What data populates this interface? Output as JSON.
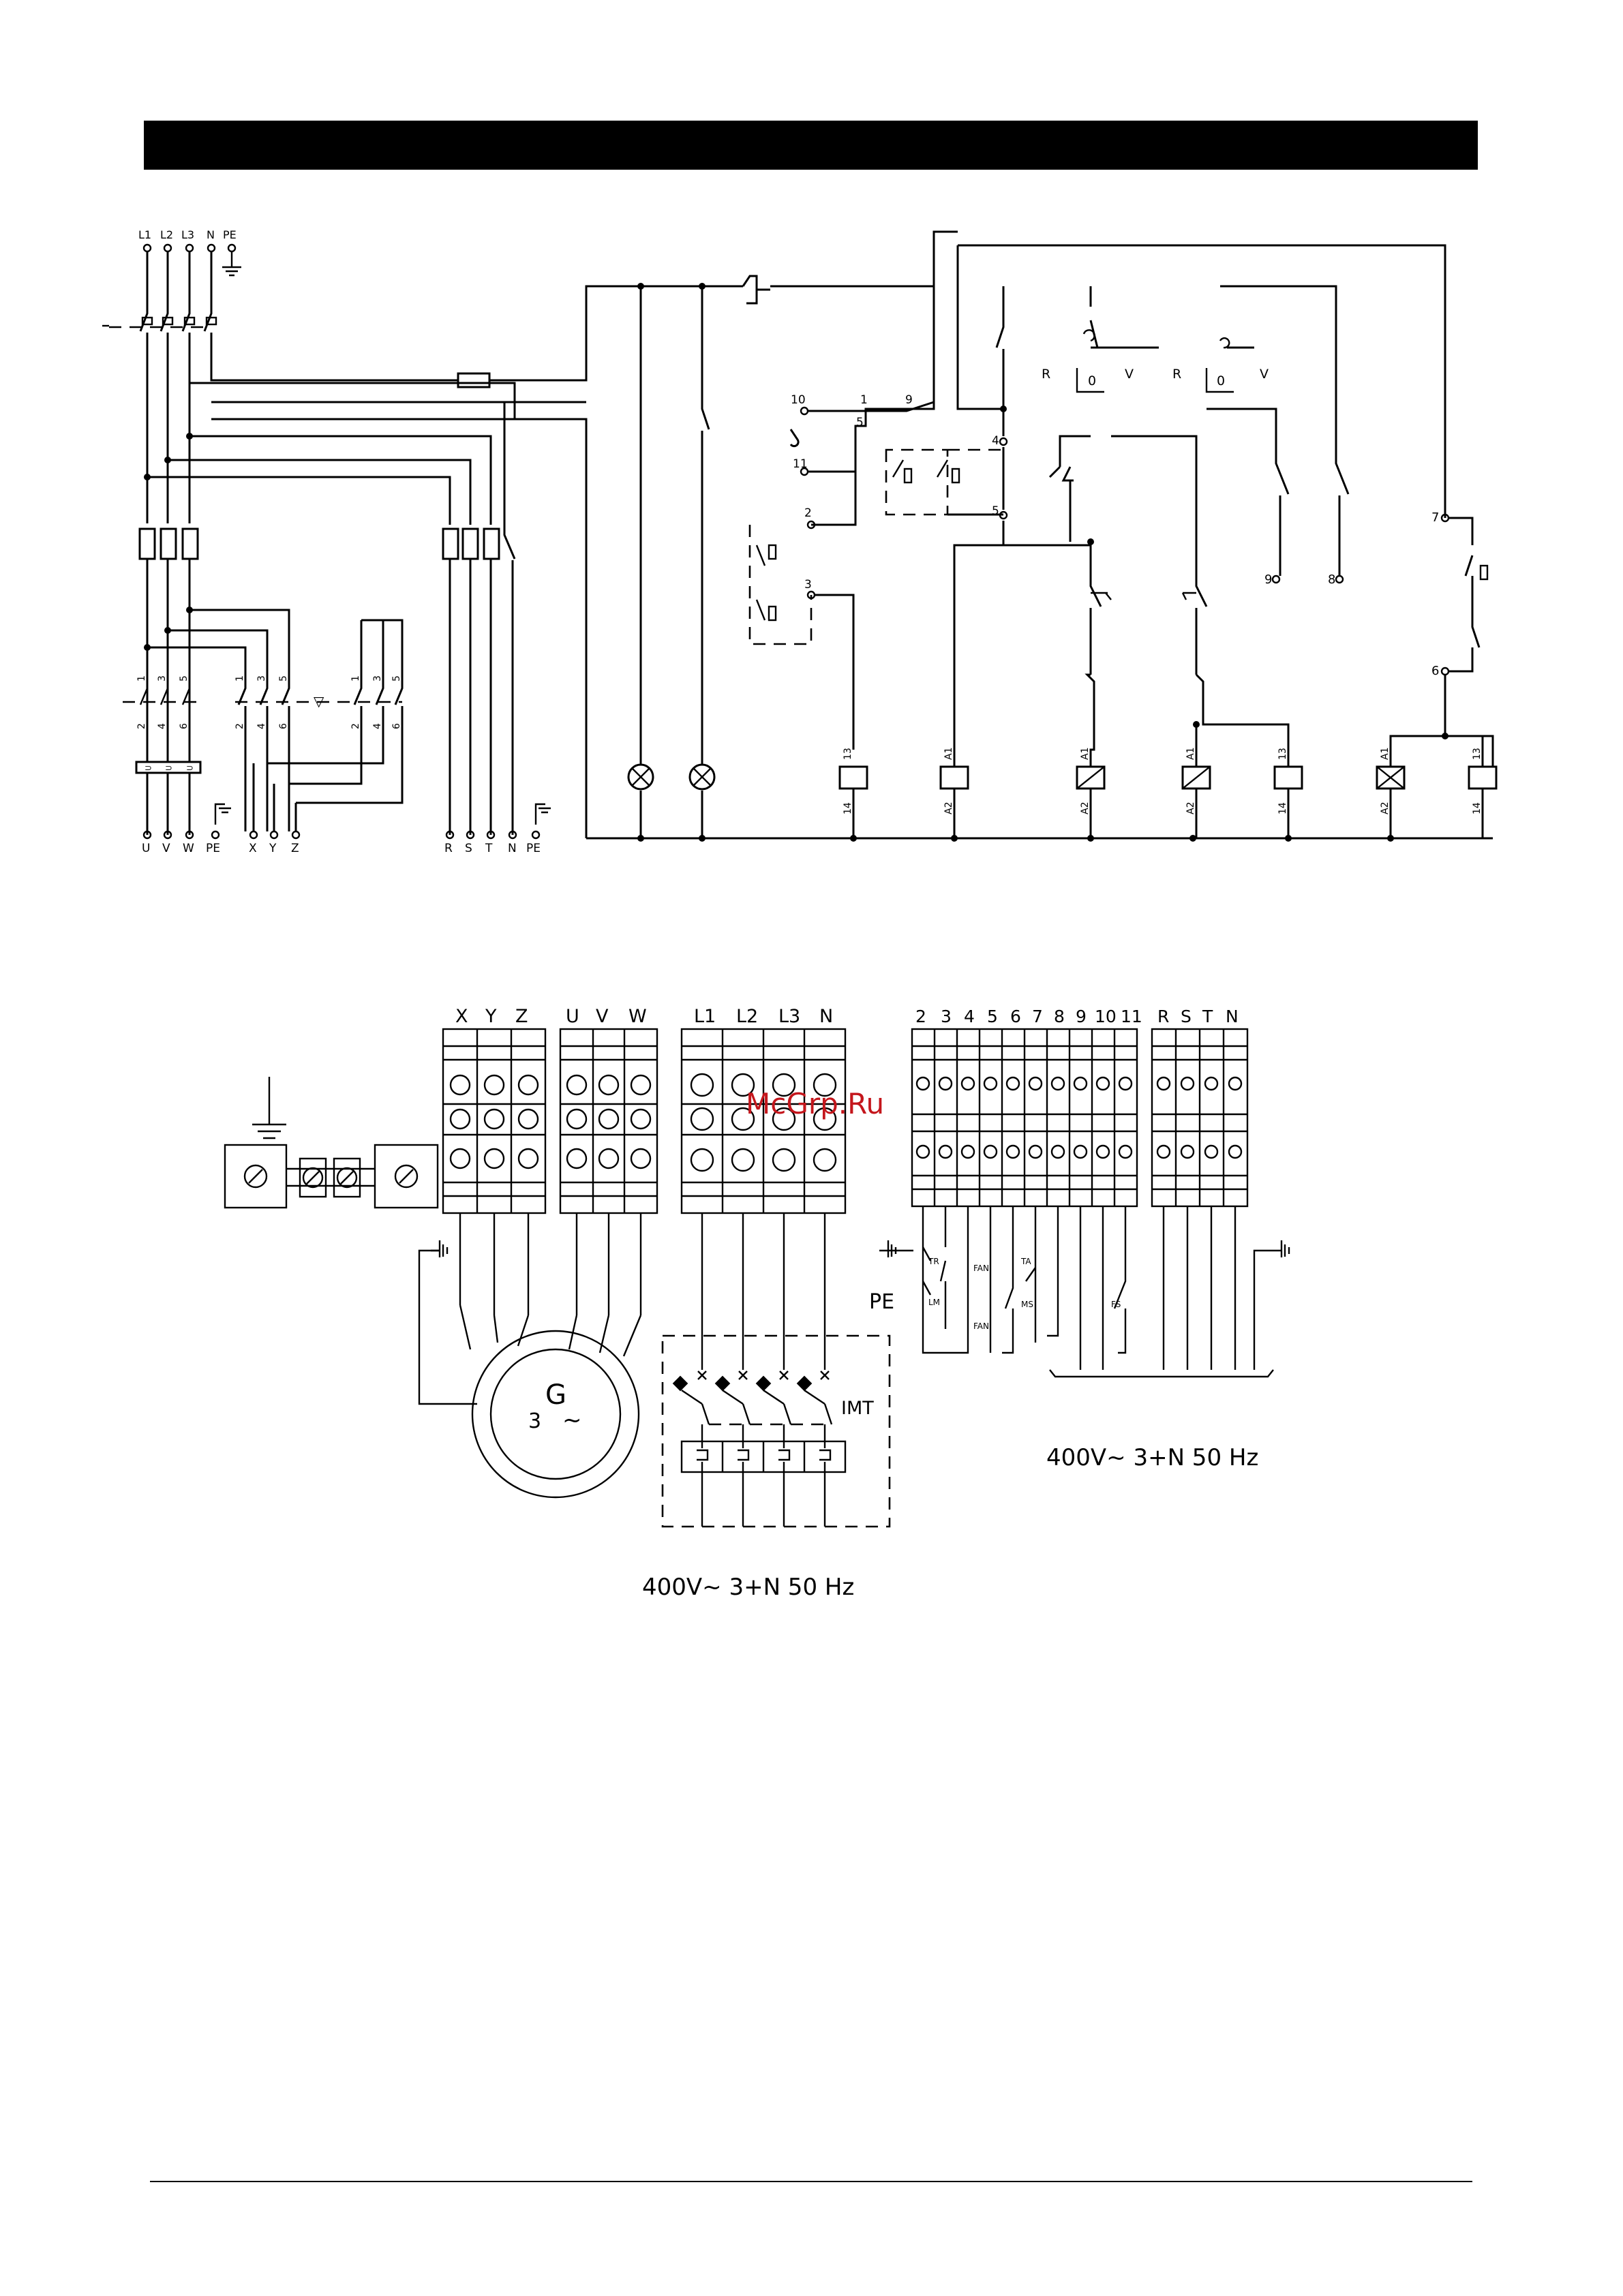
{
  "schematic": {
    "supply_labels": [
      "L1",
      "L2",
      "L3",
      "N",
      "PE"
    ],
    "motor_outputs": [
      "U",
      "V",
      "W",
      "PE"
    ],
    "star_outputs": [
      "X",
      "Y",
      "Z"
    ],
    "aux_outputs": [
      "R",
      "S",
      "T",
      "N",
      "PE"
    ],
    "contactor_pole_top": [
      "1",
      "3",
      "5"
    ],
    "contactor_pole_bottom": [
      "2",
      "4",
      "6"
    ],
    "overload_marks": [
      "⊃",
      "⊃",
      "⊃"
    ],
    "delta_mark": "▽",
    "selector_contacts": [
      "10",
      "1",
      "9",
      "5",
      "11",
      "2",
      "3",
      "4",
      "5"
    ],
    "switch_marks": [
      "R",
      "0",
      "V",
      "R",
      "0",
      "V"
    ],
    "outputs_right": [
      "9",
      "8",
      "7",
      "6"
    ],
    "coil_top_labels": [
      "13",
      "A1",
      "A1",
      "A1",
      "13",
      "A1",
      "13"
    ],
    "coil_bottom_labels": [
      "14",
      "A2",
      "A2",
      "A2",
      "14",
      "A2",
      "14"
    ]
  },
  "terminals": {
    "generator_group": [
      "X",
      "Y",
      "Z",
      "U",
      "V",
      "W"
    ],
    "mains_group": [
      "L1",
      "L2",
      "L3",
      "N"
    ],
    "control_group": [
      "2",
      "3",
      "4",
      "5",
      "6",
      "7",
      "8",
      "9",
      "10",
      "11"
    ],
    "aux_group": [
      "R",
      "S",
      "T",
      "N"
    ],
    "pe_label": "PE",
    "generator_symbol": "G",
    "generator_phase": "3",
    "generator_tilde": "~",
    "breaker_label": "IMT",
    "sensor_labels": [
      "TR",
      "LM",
      "FAN",
      "FAN",
      "TA",
      "MS",
      "FS"
    ],
    "voltage_aux": "400V~  3+N  50  Hz",
    "voltage_mains": "400V~  3+N  50  Hz"
  },
  "watermark": "McGrp.Ru"
}
